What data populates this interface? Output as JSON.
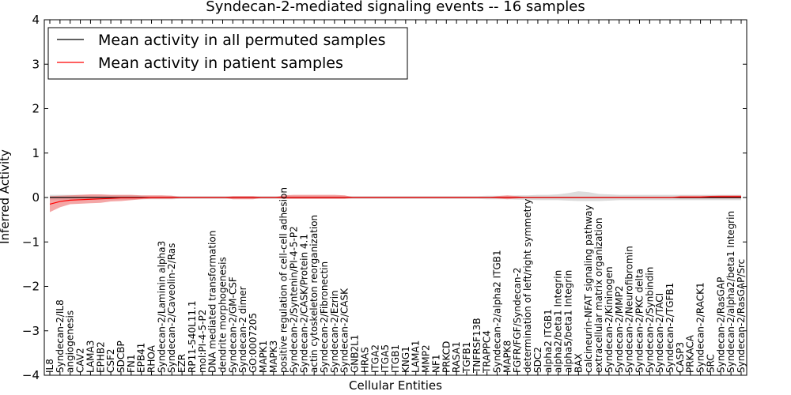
{
  "chart_data": {
    "type": "line",
    "title": "Syndecan-2-mediated signaling events -- 16 samples",
    "xlabel": "Cellular Entities",
    "ylabel": "Inferred Activity",
    "ylim": [
      -4,
      4
    ],
    "yticks": [
      "−4",
      "−3",
      "−2",
      "−1",
      "0",
      "1",
      "2",
      "3",
      "4"
    ],
    "grid": false,
    "legend_position": "top-left",
    "categories": [
      "IL8",
      "Syndecan-2/IL8",
      "angiogenesis",
      "CAV2",
      "LAMA3",
      "EPHB2",
      "CSF2",
      "SDCBP",
      "FN1",
      "EPB41",
      "RHOA",
      "Syndecan-2/Laminin alpha3",
      "Syndecan-2/Caveolin-2/Ras",
      "EZR",
      "RP11-540L11.1",
      "mol:PI-4-5-P2",
      "DNA mediated transformation",
      "dendrite morphogenesis",
      "Syndecan-2/GM-CSF",
      "Syndecan-2 dimer",
      "GO:0007205",
      "MAPK1",
      "MAPK3",
      "positive regulation of cell-cell adhesion",
      "Syndecan-2/Syntenin/PI-4-5-P2",
      "Syndecan-2/CASK/Protein 4.1",
      "actin cytoskeleton reorganization",
      "Syndecan-2/Fibronectin",
      "Syndecan-2/Ezrin",
      "Syndecan-2/CASK",
      "GNB2L1",
      "HRAS",
      "ITGA2",
      "ITGA5",
      "ITGB1",
      "KNG1",
      "LAMA1",
      "MMP2",
      "NF1",
      "PRKCD",
      "RASA1",
      "TGFB1",
      "TNFRSF13B",
      "TRAPPC4",
      "Syndecan-2/alpha2 ITGB1",
      "MAPK8",
      "FGFR/FGF/Syndecan-2",
      "determination of left/right symmetry",
      "SDC2",
      "alpha2 ITGB1",
      "alpha2/beta1 Integrin",
      "alpha5/beta1 Integrin",
      "BAX",
      "calcineurin-NFAT signaling pathway",
      "extracellular matrix organization",
      "Syndecan-2/Kininogen",
      "Syndecan-2/MMP2",
      "Syndecan-2/Neurofibromin",
      "Syndecan-2/PKC delta",
      "Syndecan-2/Synbindin",
      "Syndecan-2/TACI",
      "Syndecan-2/TGFB1",
      "CASP3",
      "PRKACA",
      "Syndecan-2/RACK1",
      "SRC",
      "Syndecan-2/RasGAP",
      "Syndecan-2/alpha2/beta1 Integrin",
      "Syndecan-2/RasGAP/Src"
    ],
    "series": [
      {
        "name": "Mean activity in all permuted samples",
        "color": "#000000",
        "band_color": "#c0c0c0",
        "values": [
          0,
          0,
          0,
          0,
          0,
          0,
          0,
          0,
          0,
          0,
          0,
          0,
          0,
          0,
          0,
          0,
          0,
          0,
          0,
          0,
          0,
          0,
          0,
          0,
          0,
          0,
          0,
          0,
          0,
          0,
          0,
          0,
          0,
          0,
          0,
          0,
          0,
          0,
          0,
          0,
          0,
          0,
          0,
          0,
          0,
          0,
          0,
          0,
          0,
          0,
          0,
          0,
          0,
          0,
          0,
          0,
          0,
          0,
          0,
          0,
          0,
          0,
          0,
          0,
          0,
          0,
          0,
          0,
          0
        ],
        "band_lower": [
          -0.06,
          -0.06,
          -0.06,
          -0.06,
          -0.05,
          -0.05,
          -0.05,
          -0.05,
          -0.05,
          -0.04,
          -0.04,
          -0.04,
          -0.04,
          -0.03,
          -0.03,
          -0.03,
          -0.03,
          -0.03,
          -0.03,
          -0.03,
          -0.03,
          -0.03,
          -0.03,
          -0.03,
          -0.03,
          -0.03,
          -0.03,
          -0.03,
          -0.03,
          -0.03,
          -0.03,
          -0.03,
          -0.03,
          -0.03,
          -0.03,
          -0.03,
          -0.03,
          -0.03,
          -0.03,
          -0.03,
          -0.03,
          -0.03,
          -0.03,
          -0.04,
          -0.04,
          -0.04,
          -0.05,
          -0.05,
          -0.06,
          -0.06,
          -0.06,
          -0.07,
          -0.08,
          -0.08,
          -0.08,
          -0.07,
          -0.06,
          -0.06,
          -0.06,
          -0.06,
          -0.06,
          -0.06,
          -0.06,
          -0.06,
          -0.06,
          -0.06,
          -0.06,
          -0.06,
          -0.06
        ],
        "band_upper": [
          0.06,
          0.06,
          0.06,
          0.06,
          0.05,
          0.05,
          0.05,
          0.05,
          0.05,
          0.04,
          0.04,
          0.04,
          0.04,
          0.03,
          0.03,
          0.03,
          0.03,
          0.03,
          0.03,
          0.03,
          0.03,
          0.03,
          0.03,
          0.03,
          0.03,
          0.03,
          0.03,
          0.03,
          0.03,
          0.03,
          0.03,
          0.03,
          0.03,
          0.03,
          0.03,
          0.03,
          0.03,
          0.03,
          0.03,
          0.03,
          0.03,
          0.03,
          0.03,
          0.04,
          0.04,
          0.04,
          0.05,
          0.05,
          0.06,
          0.06,
          0.07,
          0.1,
          0.14,
          0.12,
          0.08,
          0.07,
          0.06,
          0.06,
          0.06,
          0.06,
          0.06,
          0.06,
          0.06,
          0.06,
          0.06,
          0.06,
          0.06,
          0.06,
          0.06
        ]
      },
      {
        "name": "Mean activity in patient samples",
        "color": "#ff0000",
        "band_color": "#f08080",
        "values": [
          -0.15,
          -0.09,
          -0.06,
          -0.05,
          -0.04,
          -0.03,
          -0.02,
          -0.01,
          -0.01,
          -0.01,
          0,
          0,
          0,
          0,
          0,
          0,
          0,
          0,
          0,
          0,
          0,
          0,
          0,
          0,
          0,
          0,
          0,
          0,
          0,
          0,
          0,
          0,
          0,
          0,
          0,
          0,
          0,
          0,
          0,
          0,
          0,
          0,
          0,
          0,
          0,
          0,
          0,
          0,
          0,
          0,
          0,
          0,
          0,
          0,
          0,
          0,
          0,
          0,
          0,
          0,
          0,
          0,
          0.01,
          0.01,
          0.01,
          0.02,
          0.02,
          0.02,
          0.02
        ],
        "band_lower": [
          -0.33,
          -0.22,
          -0.15,
          -0.14,
          -0.13,
          -0.12,
          -0.09,
          -0.08,
          -0.06,
          -0.04,
          -0.03,
          -0.03,
          -0.03,
          0,
          0,
          0,
          0,
          0,
          -0.04,
          -0.04,
          -0.04,
          0,
          0,
          -0.03,
          -0.03,
          -0.03,
          -0.03,
          -0.03,
          -0.03,
          -0.03,
          0,
          0,
          0,
          0,
          0,
          0,
          0,
          0,
          0,
          0,
          0,
          0,
          0,
          0,
          -0.02,
          -0.04,
          -0.02,
          0,
          0,
          0,
          0,
          0,
          0,
          0,
          0,
          0,
          0,
          0,
          0,
          0,
          0,
          0,
          -0.02,
          -0.02,
          -0.02,
          -0.02,
          -0.02,
          -0.02,
          -0.02
        ],
        "band_upper": [
          0.03,
          0.04,
          0.05,
          0.06,
          0.07,
          0.07,
          0.06,
          0.06,
          0.06,
          0.05,
          0.05,
          0.05,
          0.04,
          0,
          0,
          0,
          0,
          0,
          0.03,
          0.03,
          0.03,
          0,
          0,
          0.05,
          0.06,
          0.06,
          0.06,
          0.06,
          0.06,
          0.05,
          0,
          0,
          0,
          0,
          0,
          0,
          0,
          0,
          0,
          0,
          0,
          0,
          0,
          0,
          0.03,
          0.05,
          0.03,
          0,
          0,
          0,
          0,
          0,
          0,
          0,
          0,
          0,
          0,
          0,
          0,
          0,
          0,
          0,
          0.04,
          0.04,
          0.04,
          0.04,
          0.05,
          0.05,
          0.05
        ]
      }
    ]
  }
}
